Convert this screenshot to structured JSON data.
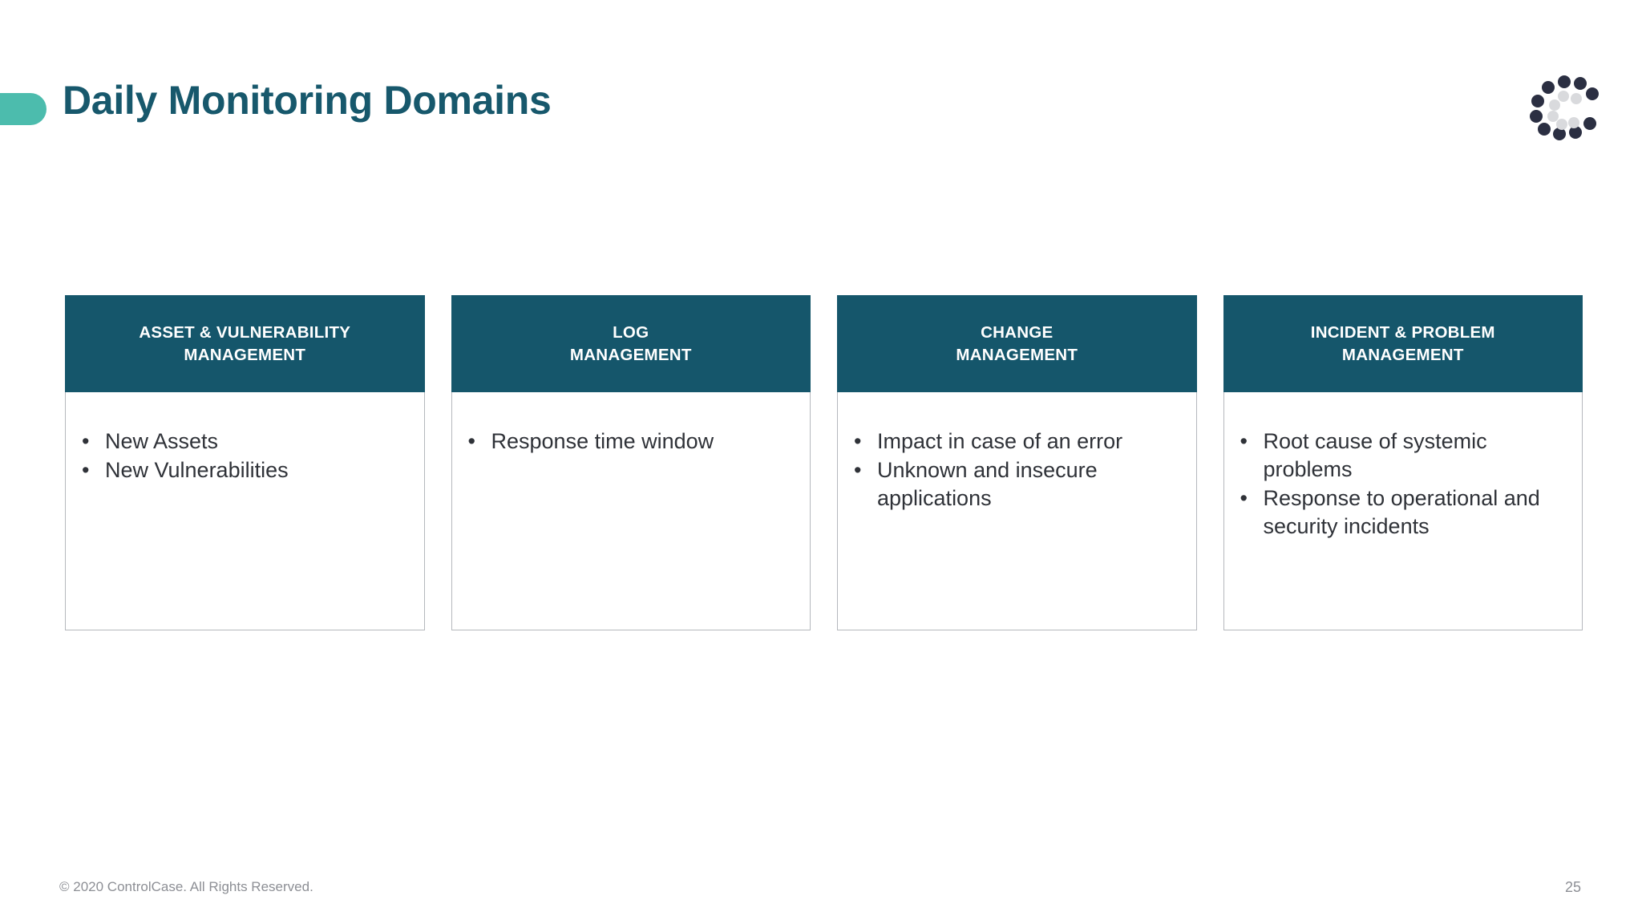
{
  "slide": {
    "title": "Daily Monitoring Domains",
    "accent_color": "#4cbcad",
    "title_color": "#17586c",
    "header_color": "#15566b",
    "page_background": "#ffffff"
  },
  "logo": {
    "name": "controlcase-c-logo",
    "dark_dot_color": "#2b2f42",
    "light_dot_color": "#d9dadd"
  },
  "cards": [
    {
      "header_line1": "ASSET & VULNERABILITY",
      "header_line2": "MANAGEMENT",
      "bullets": [
        "New Assets",
        "New Vulnerabilities"
      ]
    },
    {
      "header_line1": "LOG",
      "header_line2": "MANAGEMENT",
      "bullets": [
        "Response time window"
      ]
    },
    {
      "header_line1": "CHANGE",
      "header_line2": "MANAGEMENT",
      "bullets": [
        "Impact in case of an error",
        "Unknown and insecure applications"
      ]
    },
    {
      "header_line1": "INCIDENT & PROBLEM",
      "header_line2": "MANAGEMENT",
      "bullets": [
        "Root cause of systemic problems",
        "Response to operational and security incidents"
      ]
    }
  ],
  "footer": {
    "copyright": "© 2020 ControlCase. All Rights Reserved.",
    "page_number": "25"
  }
}
